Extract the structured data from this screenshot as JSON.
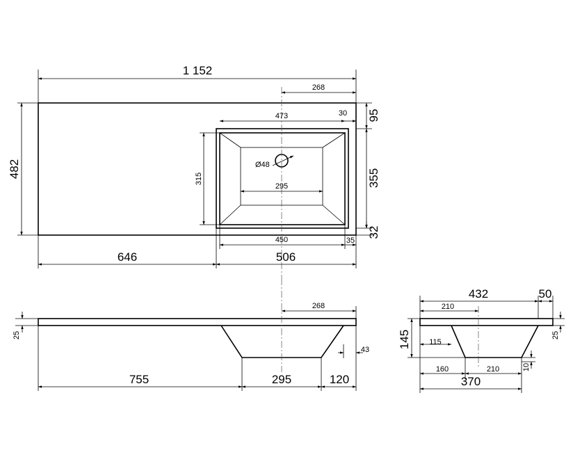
{
  "colors": {
    "line": "#000000",
    "background": "#ffffff"
  },
  "top_view": {
    "overall_width": "1 152",
    "overall_depth": "482",
    "left_counter": "646",
    "bowl_outer_width": "506",
    "bowl_offset_top": "268",
    "bowl_inner_width_top": "473",
    "right_margin_top": "30",
    "back_margin": "95",
    "bowl_depth": "355",
    "front_margin": "32",
    "bowl_height_left": "315",
    "drain_label": "Ø48",
    "bowl_bottom_width": "295",
    "bowl_inner_width_bottom": "450",
    "right_margin_bottom": "35"
  },
  "front_view": {
    "bowl_offset": "268",
    "thickness": "25",
    "right_edge": "43",
    "left_length": "755",
    "bottom_width": "295",
    "right_length": "120"
  },
  "side_view": {
    "total_depth": "432",
    "back_lip": "50",
    "drain_offset": "210",
    "height": "145",
    "inner_offset": "115",
    "thickness": "25",
    "front_offset": "160",
    "bottom_width": "210",
    "base_thickness": "10",
    "bowl_span": "370"
  }
}
